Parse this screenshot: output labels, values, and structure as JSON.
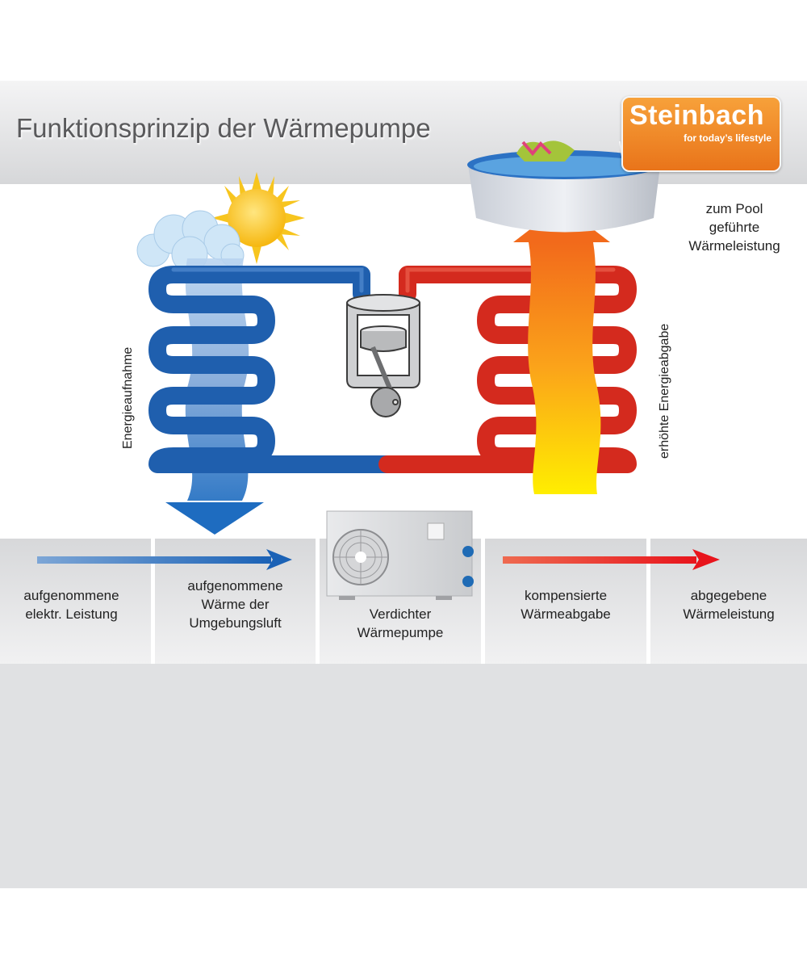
{
  "header": {
    "title": "Funktionsprinzip der Wärmepumpe"
  },
  "logo": {
    "brand": "Steinbach",
    "tagline": "for today’s lifestyle",
    "color": "#f08a25"
  },
  "diagram": {
    "pool_label": "zum Pool\ngeführte\nWärmeleistung",
    "left_vertical_label": "Energieaufnahme",
    "right_vertical_label": "erhöhte Energieabgabe",
    "icons": [
      "sun-icon",
      "cloud-icon",
      "pool-icon",
      "compressor-icon",
      "heat-pump-unit-icon"
    ],
    "colors": {
      "cold_pipe": "#1f5fae",
      "hot_pipe": "#d42a1e",
      "cold_flow": "#7fa8da",
      "hot_flow_top": "#f26a1b",
      "hot_flow_bottom": "#ffee00"
    }
  },
  "bottom_bar": {
    "columns": [
      {
        "label": "aufgenommene\nelektr. Leistung"
      },
      {
        "label": "aufgenommene\nWärme der\nUmgebungsluft"
      },
      {
        "label": "Verdichter\nWärmepumpe"
      },
      {
        "label": "kompensierte\nWärmeabgabe"
      },
      {
        "label": "abgegebene\nWärmeleistung"
      }
    ]
  }
}
